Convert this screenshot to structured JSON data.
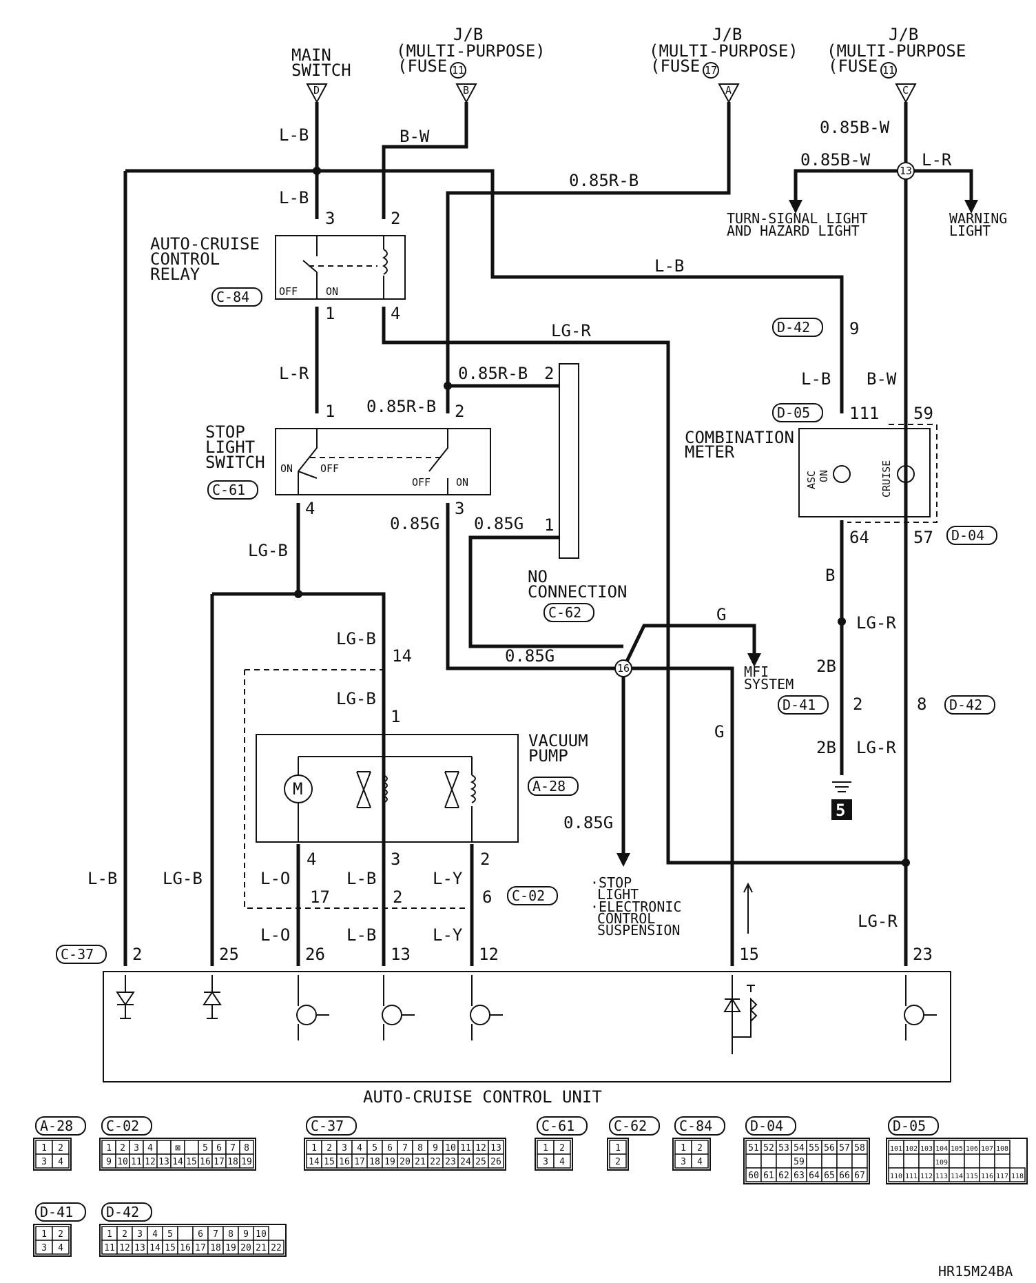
{
  "sources": {
    "main_switch": {
      "line1": "MAIN",
      "line2": "SWITCH",
      "terminal": "D"
    },
    "jb_fuse11_b": {
      "line1": "J/B",
      "line2": "(MULTI-PURPOSE)",
      "line3": "(FUSE",
      "fuse_no": "11",
      "terminal": "B"
    },
    "jb_fuse17_a": {
      "line1": "J/B",
      "line2": "(MULTI-PURPOSE)",
      "line3": "(FUSE",
      "fuse_no": "17",
      "terminal": "A"
    },
    "jb_fuse11_c": {
      "line1": "J/B",
      "line2": "(MULTI-PURPOSE",
      "line3": "(FUSE",
      "fuse_no": "11",
      "terminal": "C"
    }
  },
  "wires": {
    "lb_top": "L-B",
    "bw_top": "B-W",
    "lb_relay": "L-B",
    "r085_top": "0.85R-B",
    "bw085_top": "0.85B-W",
    "bw085_branch": "0.85B-W",
    "lr_warn": "L-R",
    "lb_meter": "L-B",
    "lgr_top": "LG-R",
    "lr_mid": "L-R",
    "r085_mid": "0.85R-B",
    "r085_nc": "0.85R-B",
    "lb_meter2": "L-B",
    "bw_meter": "B-W",
    "g085_left": "0.85G",
    "g085_nc": "0.85G",
    "lgb_sw": "LG-B",
    "b_ground": "B",
    "lgr_right": "LG-R",
    "g_mfi": "G",
    "lgb_14": "LG-B",
    "g085_junc": "0.85G",
    "lgb_1": "LG-B",
    "b2_top": "2B",
    "b2_bot": "2B",
    "lgr_right2": "LG-R",
    "g_vert": "G",
    "g085_stop": "0.85G",
    "lb_left": "L-B",
    "lgb_left": "LG-B",
    "lo_up": "L-O",
    "lb_up": "L-B",
    "ly_up": "L-Y",
    "lo_dn": "L-O",
    "lb_dn": "L-B",
    "ly_dn": "L-Y",
    "lgr_bottom": "LG-R"
  },
  "pins": {
    "relay_3": "3",
    "relay_2": "2",
    "relay_1": "1",
    "relay_4": "4",
    "sw_1": "1",
    "sw_2": "2",
    "sw_4": "4",
    "sw_3": "3",
    "nc_2": "2",
    "nc_1": "1",
    "p14": "14",
    "p1": "1",
    "vp_4": "4",
    "vp_3": "3",
    "vp_2": "2",
    "c02_17": "17",
    "c02_2": "2",
    "c02_6": "6",
    "d42_9": "9",
    "d05_111": "111",
    "d05_59": "59",
    "d04_64": "64",
    "d04_57": "57",
    "d41_2": "2",
    "d42_8": "8",
    "u2": "2",
    "u25": "25",
    "u26": "26",
    "u13": "13",
    "u12": "12",
    "u15": "15",
    "u23": "23"
  },
  "junctions": {
    "j13": "13",
    "j16": "16"
  },
  "components": {
    "relay": {
      "line1": "AUTO-CRUISE",
      "line2": "CONTROL",
      "line3": "RELAY",
      "conn": "C-84",
      "off": "OFF",
      "on": "ON"
    },
    "stop_switch": {
      "line1": "STOP",
      "line2": "LIGHT",
      "line3": "SWITCH",
      "conn": "C-61",
      "on_l": "ON",
      "off_l": "OFF",
      "off_r": "OFF",
      "on_r": "ON"
    },
    "no_connection": {
      "line1": "NO",
      "line2": "CONNECTION",
      "conn": "C-62"
    },
    "meter": {
      "line1": "COMBINATION",
      "line2": "METER",
      "asc": "ASC",
      "on": "ON",
      "cruise": "CRUISE",
      "conn_top": "D-05",
      "conn_bot": "D-04"
    },
    "vacuum_pump": {
      "line1": "VACUUM",
      "line2": "PUMP",
      "conn": "A-28",
      "motor": "M"
    },
    "control_unit": {
      "title": "AUTO-CRUISE CONTROL UNIT",
      "conn": "C-37"
    },
    "c02": "C-02",
    "d41": "D-41",
    "d42_top": "D-42",
    "d42_bot": "D-42",
    "turn_signal": {
      "line1": "TURN-SIGNAL LIGHT",
      "line2": "AND HAZARD LIGHT"
    },
    "warning_light": {
      "line1": "WARNING",
      "line2": "LIGHT"
    },
    "mfi": {
      "line1": "MFI",
      "line2": "SYSTEM"
    },
    "stop_light_out": {
      "line1": "·STOP",
      "line2": "LIGHT",
      "line3": "·ELECTRONIC",
      "line4": "CONTROL",
      "line5": "SUSPENSION"
    },
    "ground_no": "5"
  },
  "connectors": [
    {
      "id": "A-28",
      "rows": [
        [
          "1",
          "2"
        ],
        [
          "3",
          "4"
        ]
      ]
    },
    {
      "id": "C-02",
      "rows": [
        [
          "1",
          "2",
          "3",
          "4",
          "",
          "⊠",
          "",
          "5",
          "6",
          "7",
          "8"
        ],
        [
          "9",
          "10",
          "11",
          "12",
          "13",
          "14",
          "15",
          "16",
          "17",
          "18",
          "19"
        ]
      ]
    },
    {
      "id": "C-37",
      "rows": [
        [
          "1",
          "2",
          "3",
          "4",
          "5",
          "6",
          "7",
          "8",
          "9",
          "10",
          "11",
          "12",
          "13"
        ],
        [
          "14",
          "15",
          "16",
          "17",
          "18",
          "19",
          "20",
          "21",
          "22",
          "23",
          "24",
          "25",
          "26"
        ]
      ]
    },
    {
      "id": "C-61",
      "rows": [
        [
          "1",
          "2"
        ],
        [
          "3",
          "4"
        ]
      ]
    },
    {
      "id": "C-62",
      "rows": [
        [
          "1"
        ],
        [
          "2"
        ]
      ]
    },
    {
      "id": "C-84",
      "rows": [
        [
          "1",
          "2"
        ],
        [
          "3",
          "4"
        ]
      ]
    },
    {
      "id": "D-04",
      "rows": [
        [
          "51",
          "52",
          "53",
          "54",
          "55",
          "56",
          "57",
          "58"
        ],
        [
          "",
          "",
          "",
          "59",
          "",
          "",
          "",
          ""
        ],
        [
          "60",
          "61",
          "62",
          "63",
          "64",
          "65",
          "66",
          "67"
        ]
      ]
    },
    {
      "id": "D-05",
      "rows": [
        [
          "101",
          "102",
          "103",
          "104",
          "105",
          "106",
          "107",
          "108"
        ],
        [
          "",
          "",
          "",
          "109",
          "",
          "",
          "",
          ""
        ],
        [
          "110",
          "111",
          "112",
          "113",
          "114",
          "115",
          "116",
          "117",
          "118"
        ]
      ]
    },
    {
      "id": "D-41",
      "rows": [
        [
          "1",
          "2"
        ],
        [
          "3",
          "4"
        ]
      ]
    },
    {
      "id": "D-42",
      "rows": [
        [
          "1",
          "2",
          "3",
          "4",
          "5",
          "",
          "6",
          "7",
          "8",
          "9",
          "10"
        ],
        [
          "11",
          "12",
          "13",
          "14",
          "15",
          "16",
          "17",
          "18",
          "19",
          "20",
          "21",
          "22"
        ]
      ]
    }
  ],
  "figure_code": "HR15M24BA"
}
